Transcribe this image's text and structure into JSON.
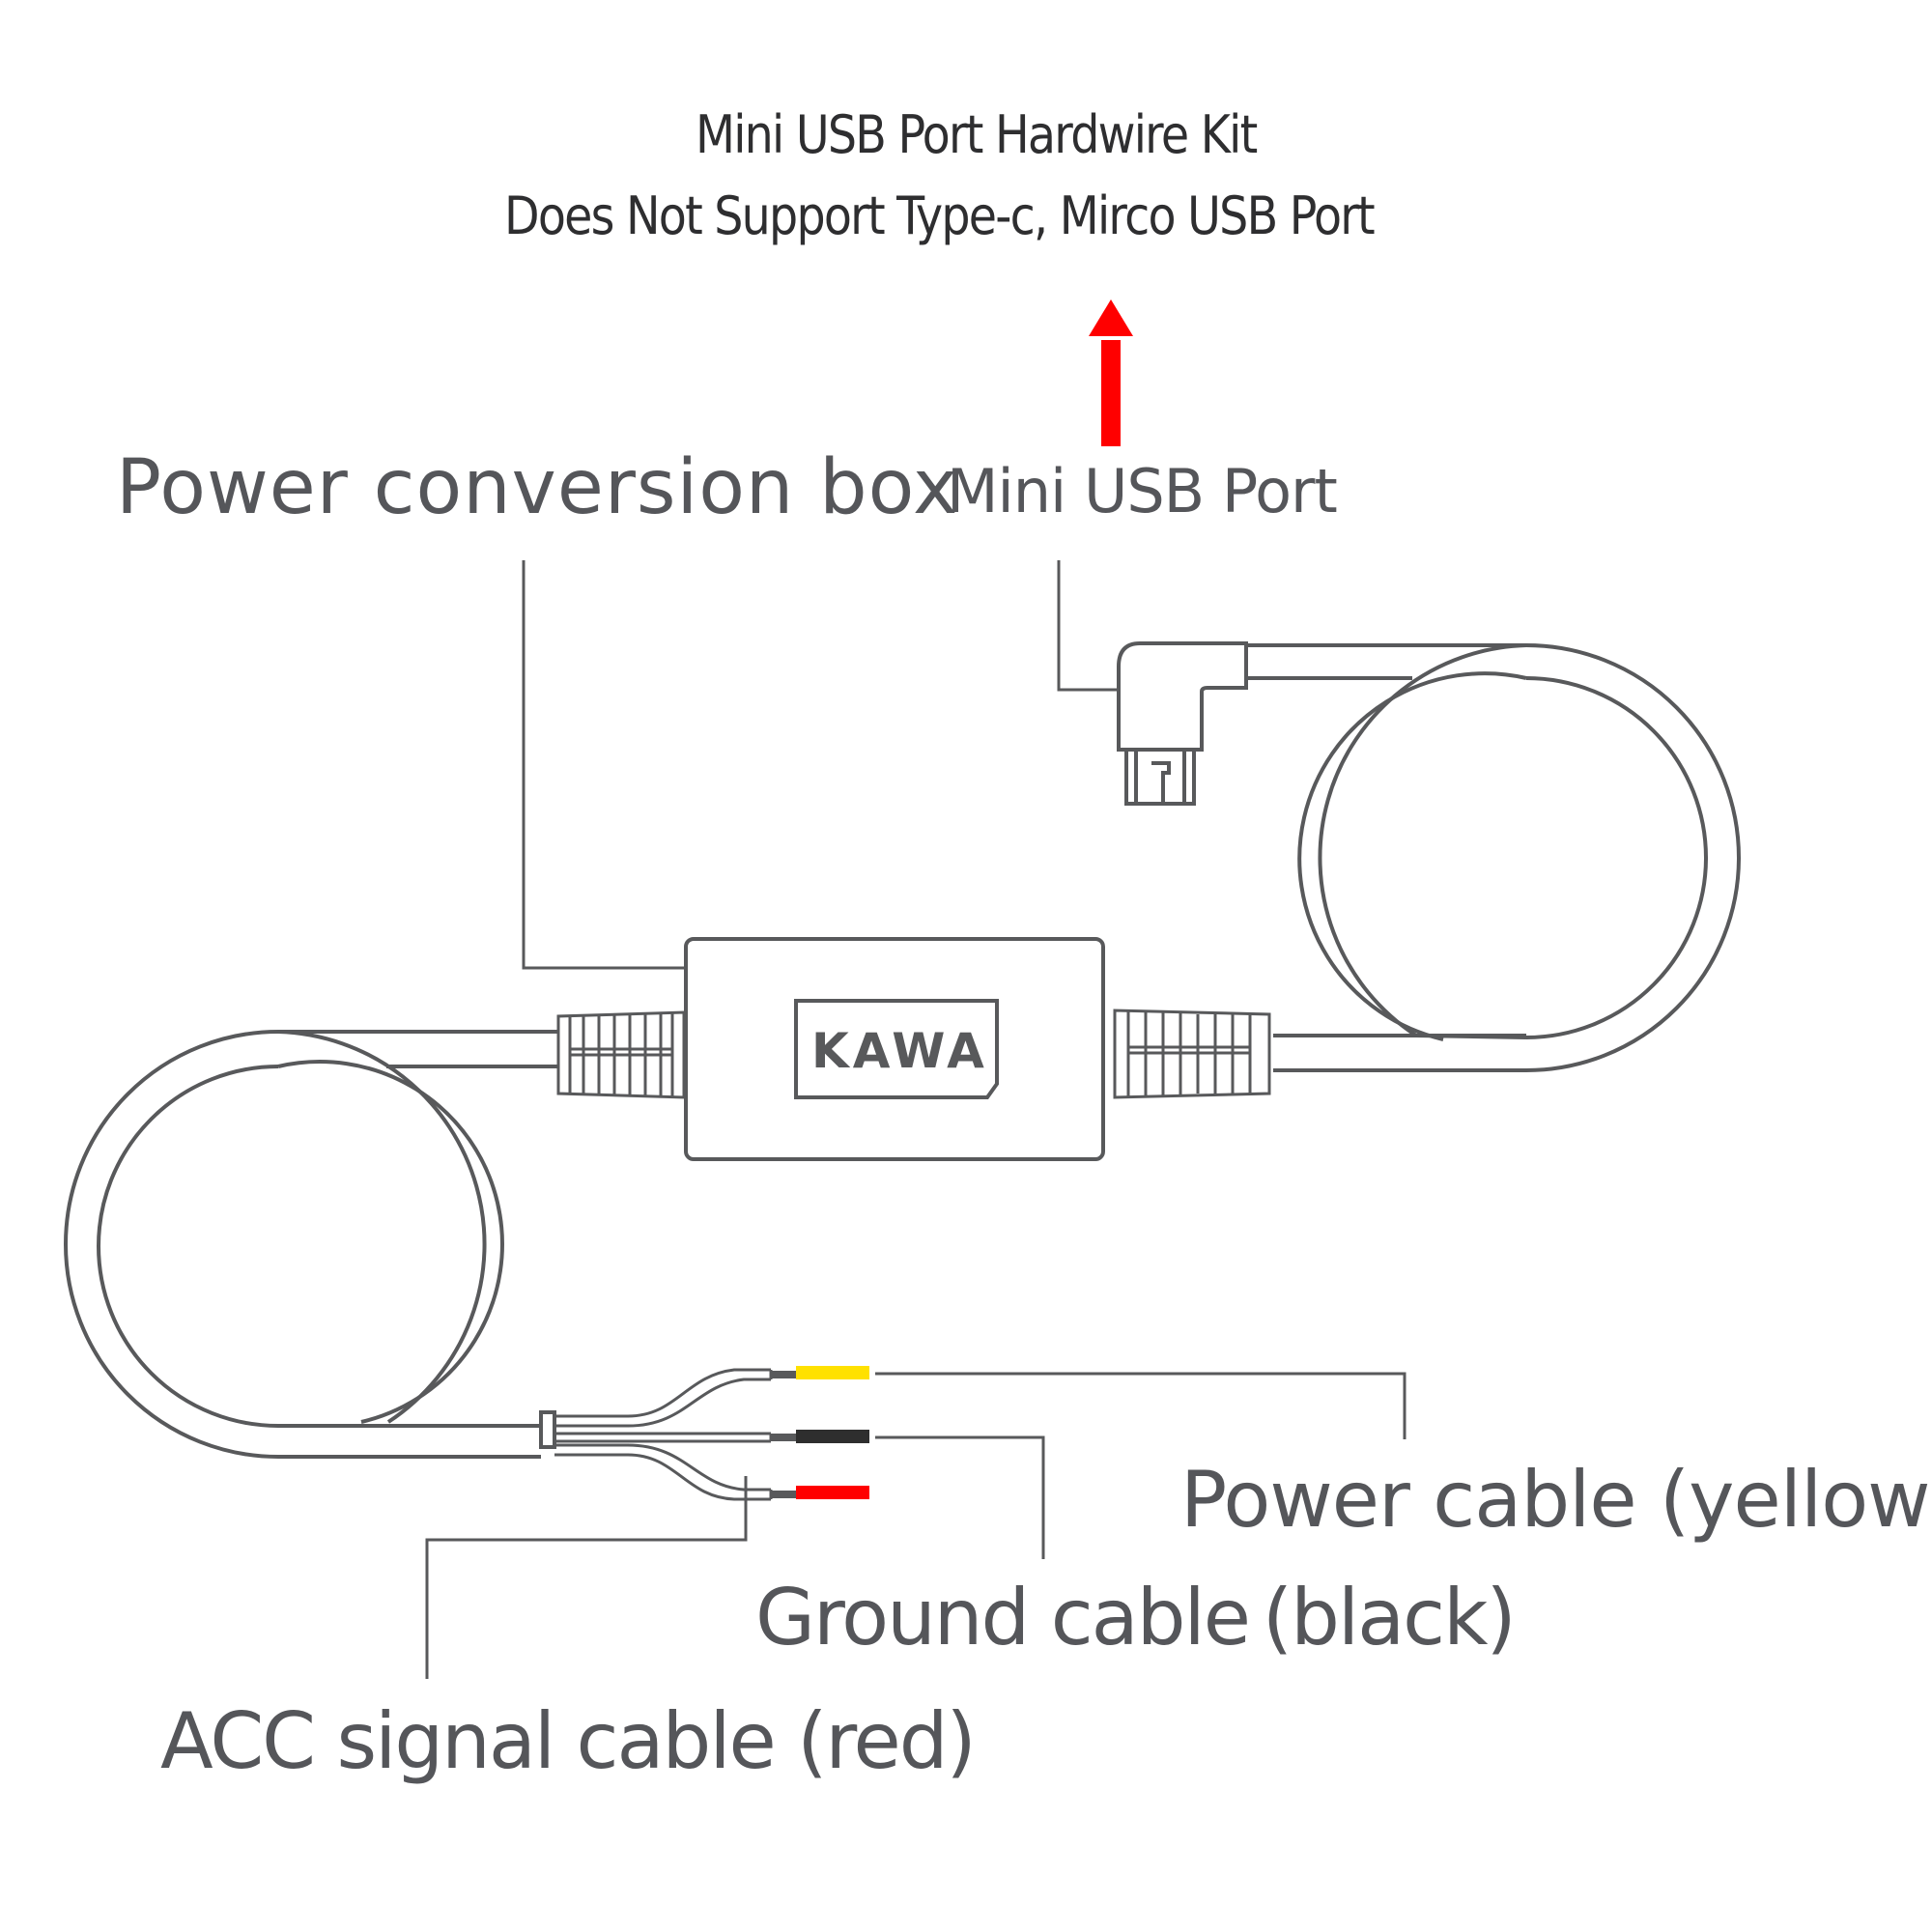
{
  "title": {
    "line1": "Mini USB Port Hardwire Kit",
    "line2": "Does Not Support Type-c, Mirco USB Port"
  },
  "labels": {
    "power_box": "Power conversion box",
    "mini_usb": "Mini USB Port",
    "power_cable": "Power cable (yellow)",
    "ground_cable": "Ground cable (black)",
    "acc_cable": "ACC signal cable (red)"
  },
  "brand": "KAWA",
  "icons": {
    "arrow": "arrow-up-icon"
  },
  "colors": {
    "line": "#58595b",
    "arrow": "#ff0000",
    "power_wire": "#ffe100",
    "ground_wire": "#2e2e2e",
    "acc_wire": "#ff0000"
  }
}
